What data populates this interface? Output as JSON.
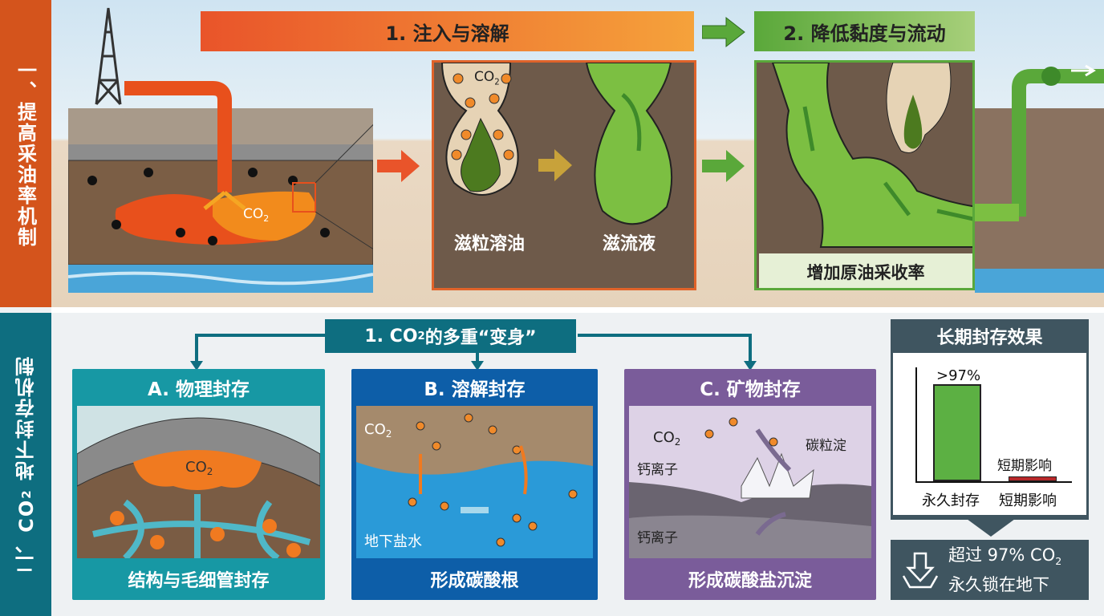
{
  "section1": {
    "title": "一、提高采油率机制"
  },
  "section2": {
    "title_prefix": "二、",
    "title_co": "CO",
    "title_sub": "2",
    "title_suffix": " 地下封存机制"
  },
  "top": {
    "step1": "1. 注入与溶解",
    "step2": "2. 降低黏度与流动",
    "reservoir_co2": "CO",
    "reservoir_co2_sub": "2",
    "zoom_co2": "CO",
    "zoom_co2_sub": "2",
    "label_swell": "滋粒溶油",
    "label_flow": "滋流液",
    "label_recovery": "增加原油采收率"
  },
  "bottom": {
    "header_prefix": "1. CO",
    "header_sub": "2",
    "header_suffix": " 的多重“变身”",
    "panels": [
      {
        "title": "A. 物理封存",
        "footer": "结构与毛细管封存",
        "co2": "CO",
        "sub": "2"
      },
      {
        "title": "B. 溶解封存",
        "footer": "形成碳酸根",
        "co2": "CO",
        "sub": "2",
        "water": "地下盐水"
      },
      {
        "title": "C. 矿物封存",
        "footer": "形成碳酸盐沉淀",
        "co2": "CO",
        "sub": "2",
        "ion1": "钙离子",
        "ion2": "钙离子",
        "precip": "碳粒淀"
      }
    ],
    "effect": {
      "title": "长期封存效果",
      "bar1_value_label": ">97%",
      "bar1_label": "永久封存",
      "bar2_top_label": "短期影响",
      "bar2_label": "短期影响",
      "summary_line1": "超过 97% CO",
      "summary_sub": "2",
      "summary_line2": "永久锁在地下"
    }
  },
  "chart_data": {
    "type": "bar",
    "categories": [
      "永久封存",
      "短期影响"
    ],
    "values": [
      97,
      3
    ],
    "ylim": [
      0,
      100
    ]
  },
  "colors": {
    "orange": "#d4541c",
    "teal": "#0e6e80",
    "green": "#5aa83a",
    "panelA": "#1798a4",
    "panelB": "#0d5ea8",
    "panelC": "#7a5c9a",
    "slate": "#3f5560"
  }
}
